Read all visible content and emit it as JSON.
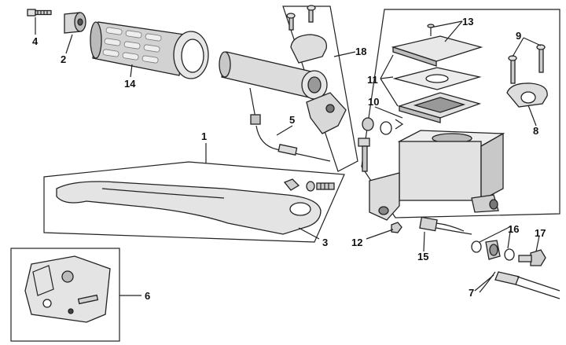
{
  "callouts": {
    "c1": "1",
    "c2": "2",
    "c3": "3",
    "c4": "4",
    "c5": "5",
    "c6": "6",
    "c7": "7",
    "c8": "8",
    "c9": "9",
    "c10": "10",
    "c11": "11",
    "c12": "12",
    "c13": "13",
    "c14": "14",
    "c15": "15",
    "c16": "16",
    "c17": "17",
    "c18": "18"
  },
  "colors": {
    "line": "#222222",
    "part_fill": "#e2e2e2",
    "part_dark": "#a8a8a8",
    "background": "#ffffff"
  }
}
